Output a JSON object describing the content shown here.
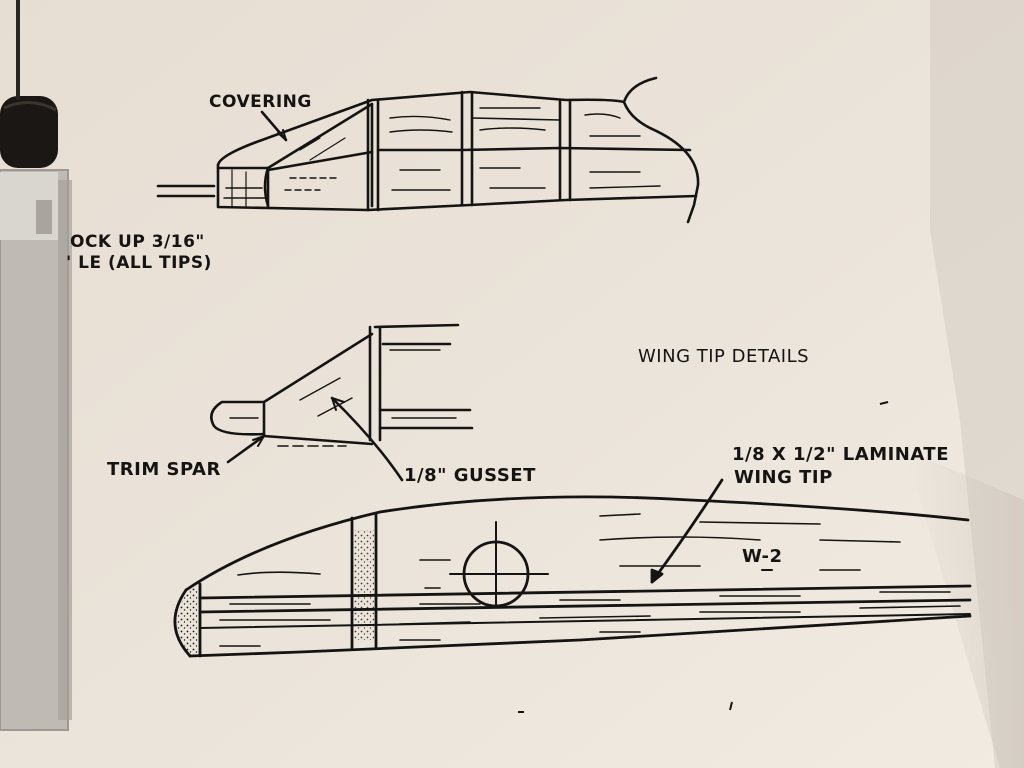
{
  "labels": {
    "covering": "COVERING",
    "block_up_line1": "OCK UP 3/16\"",
    "block_up_line2": "' LE (ALL TIPS)",
    "title": "WING TIP DETAILS",
    "trim_spar": "TRIM SPAR",
    "gusset": "1/8\" GUSSET",
    "laminate_line1": "1/8 X 1/2\" LAMINATE",
    "laminate_line2": "WING TIP",
    "part_id": "W-2"
  },
  "colors": {
    "paper": "#e9e1d6",
    "paper_shadow": "#cfc6bc",
    "ink": "#161412",
    "tool_body": "#c9c5c0",
    "knob": "#1b1714"
  }
}
